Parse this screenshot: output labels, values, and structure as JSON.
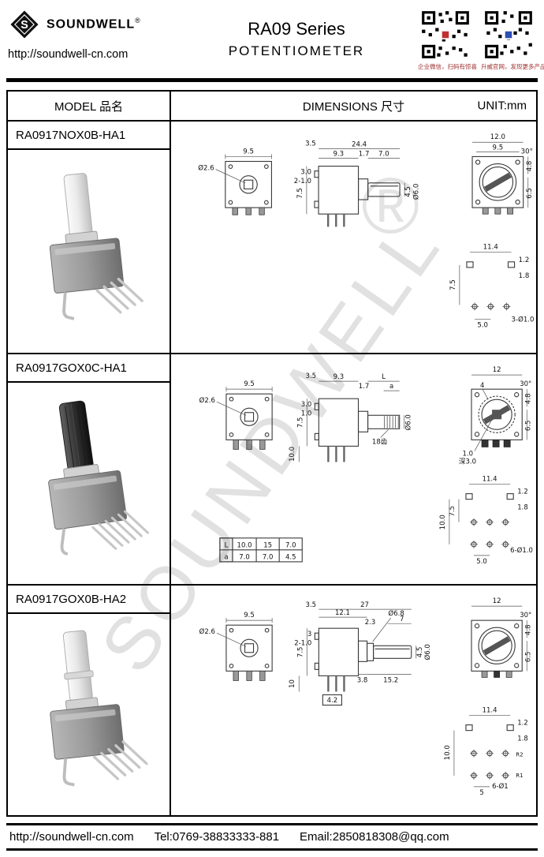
{
  "page": {
    "watermark": "SOUNDWELL",
    "registered": "®"
  },
  "header": {
    "company": "SOUNDWELL",
    "company_reg": "®",
    "logo_initial": "S",
    "url": "http://soundwell-cn.com",
    "series": "RA09 Series",
    "product": "POTENTIOMETER",
    "qr": [
      {
        "caption": "企业微信，扫码有惊喜"
      },
      {
        "caption": "升威官网，发现更多产品"
      }
    ]
  },
  "table": {
    "col_model": "MODEL 品名",
    "col_dimensions": "DIMENSIONS 尺寸",
    "col_unit": "UNIT:mm"
  },
  "rows": [
    {
      "model": "RA0917NOX0B-HA1",
      "front": {
        "width": "9.5",
        "hole": "Ø2.6"
      },
      "side": {
        "offset": "3.5",
        "overall": "24.4",
        "body_depth": "9.3",
        "step": "1.7",
        "shaft_len": "7.0",
        "pin_off": "3.0",
        "pin_w": "2-1.0",
        "height": "7.5",
        "flat": "4.5",
        "shaft_dia": "Ø6.0"
      },
      "rear": {
        "width": "12.0",
        "inner": "9.5",
        "angle": "30°",
        "d1": "4.8",
        "d2": "6.5"
      },
      "pcb": {
        "span": "11.4",
        "d1": "1.2",
        "d2": "7.5",
        "d3": "1.8",
        "pitch": "5.0",
        "holes": "3-Ø1.0"
      }
    },
    {
      "model": "RA0917GOX0C-HA1",
      "front": {
        "width": "9.5",
        "hole": "Ø2.6"
      },
      "side": {
        "offset": "3.5",
        "body_depth": "9.3",
        "len": "L",
        "step": "1.7",
        "knurl": "a",
        "pin_off": "3.0",
        "pin_w": "1.0",
        "height": "7.5",
        "pin_len": "10.0",
        "shaft_dia": "Ø6.0",
        "teeth": "18齿"
      },
      "rear": {
        "width": "12",
        "angle": "30°",
        "chamfer": "4",
        "d1": "4.8",
        "d2": "6.5",
        "slot_w": "1.0",
        "slot_depth": "深3.0"
      },
      "pcb": {
        "span": "11.4",
        "d1": "1.2",
        "d2": "7.5",
        "d3": "10.0",
        "d4": "1.8",
        "pitch": "5.0",
        "holes": "6-Ø1.0"
      },
      "ltable": {
        "rh1": "L",
        "rh2": "a",
        "l": [
          "10.0",
          "15",
          "7.0"
        ],
        "a": [
          "7.0",
          "7.0",
          "4.5"
        ]
      }
    },
    {
      "model": "RA0917GOX0B-HA2",
      "front": {
        "width": "9.5",
        "hole": "Ø2.6"
      },
      "side": {
        "offset": "3.5",
        "overall": "27",
        "d1": "12.1",
        "d2": "2.3",
        "collar": "Ø6.8",
        "d3": "7",
        "pin_off": "3",
        "pin_w": "2-1.0",
        "height": "7.5",
        "pin_len": "10",
        "flat": "4.5",
        "shaft_dia": "Ø6.0",
        "b1": "3.8",
        "b2": "15.2",
        "b3": "4.2"
      },
      "rear": {
        "width": "12",
        "angle": "30°",
        "d1": "4.8",
        "d2": "6.5"
      },
      "pcb": {
        "span": "11.4",
        "d1": "1.2",
        "d2": "10.0",
        "d3": "1.8",
        "pitch": "5",
        "holes": "6-Ø1",
        "r2": "R2",
        "r1": "R1"
      }
    }
  ],
  "footer": {
    "url": "http://soundwell-cn.com",
    "tel": "Tel:0769-38833333-881",
    "email": "Email:2850818308@qq.com"
  }
}
